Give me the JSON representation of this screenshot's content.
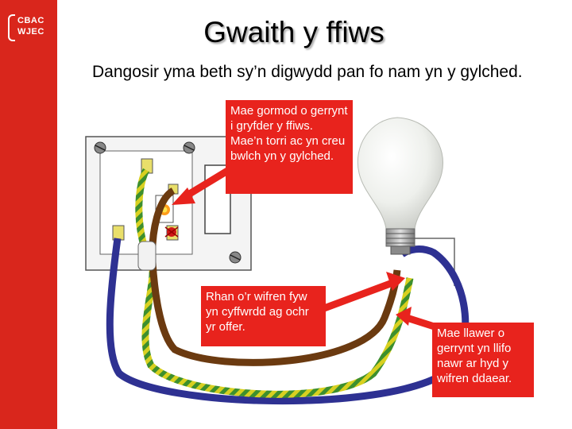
{
  "brand": {
    "line1": "CBAC",
    "line2": "WJEC"
  },
  "colors": {
    "accent": "#d9261c",
    "callout": "#e8231d",
    "live_wire": "#6b3a10",
    "neutral_wire": "#2e3192",
    "earth_wire": "#9aa33a"
  },
  "title": "Gwaith y ffiws",
  "intro": "Dangosir yma beth sy’n digwydd pan fo nam yn y gylched.",
  "callouts": {
    "fuse": "Mae gormod o gerrynt i gryfder y ffiws. Mae’n torri ac yn creu bwlch yn y gylched.",
    "fault": "Rhan o’r wifren fyw yn cyffwrdd ag ochr yr offer.",
    "earth": "Mae llawer o gerrynt yn llifo nawr ar hyd y wifren ddaear."
  }
}
